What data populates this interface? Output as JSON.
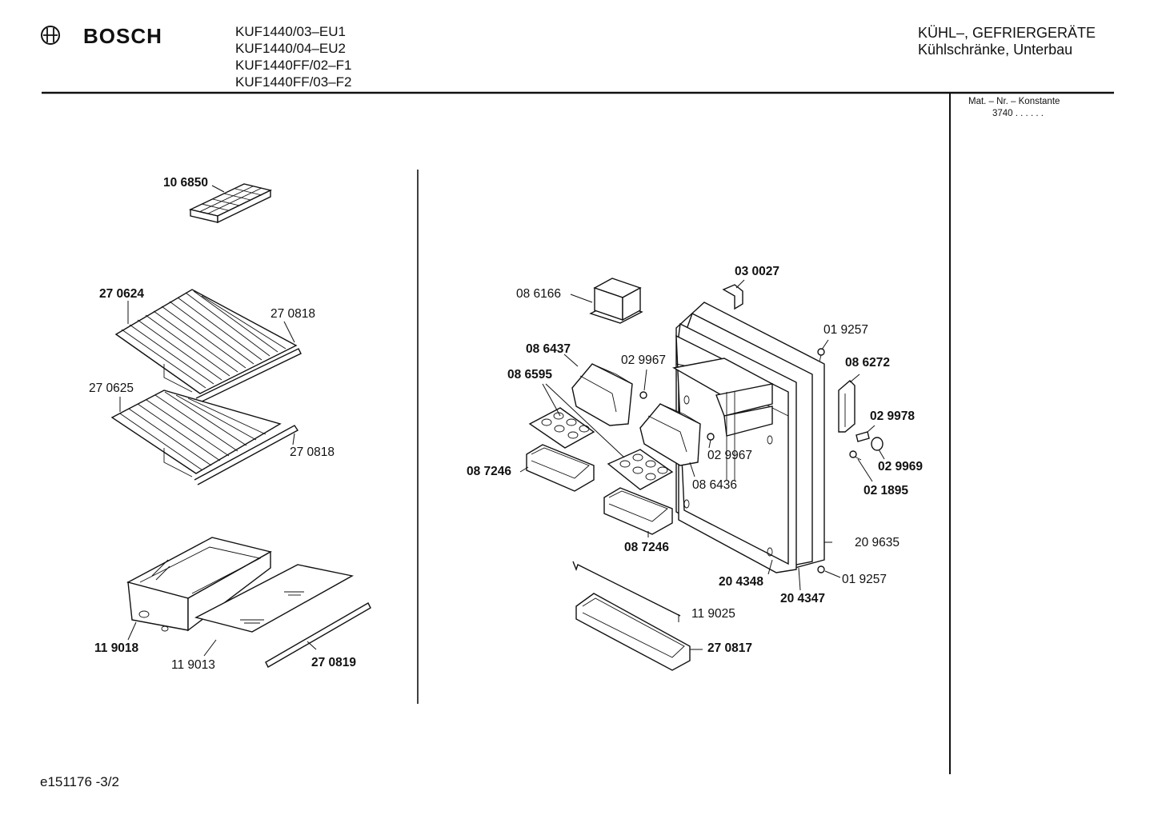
{
  "header": {
    "brand": "BOSCH",
    "models": [
      "KUF1440/03–EU1",
      "KUF1440/04–EU2",
      "KUF1440FF/02–F1",
      "KUF1440FF/03–F2"
    ],
    "category_line1": "KÜHL–, GEFRIERGERÄTE",
    "category_line2": "Kühlschränke, Unterbau"
  },
  "sidebar": {
    "mat_title": "Mat. – Nr. – Konstante",
    "mat_value": "3740  .  .  .  .  .  ."
  },
  "parts_left": {
    "p106850": "10 6850",
    "p270624": "27 0624",
    "p270818a": "27 0818",
    "p270625": "27 0625",
    "p270818b": "27 0818",
    "p119018": "11 9018",
    "p119013": "11 9013",
    "p270819": "27 0819"
  },
  "parts_right": {
    "p030027": "03 0027",
    "p086166": "08 6166",
    "p019257a": "01 9257",
    "p086437": "08 6437",
    "p029967a": "02 9967",
    "p086272": "08 6272",
    "p086595": "08 6595",
    "p029978": "02 9978",
    "p029967b": "02 9967",
    "p029969": "02 9969",
    "p087246a": "08 7246",
    "p086436": "08 6436",
    "p021895": "02 1895",
    "p087246b": "08 7246",
    "p209635": "20 9635",
    "p204348": "20 4348",
    "p019257b": "01 9257",
    "p204347": "20 4347",
    "p119025": "11 9025",
    "p270817": "27 0817"
  },
  "footer": {
    "doc_id": "e151176 -3/2"
  }
}
